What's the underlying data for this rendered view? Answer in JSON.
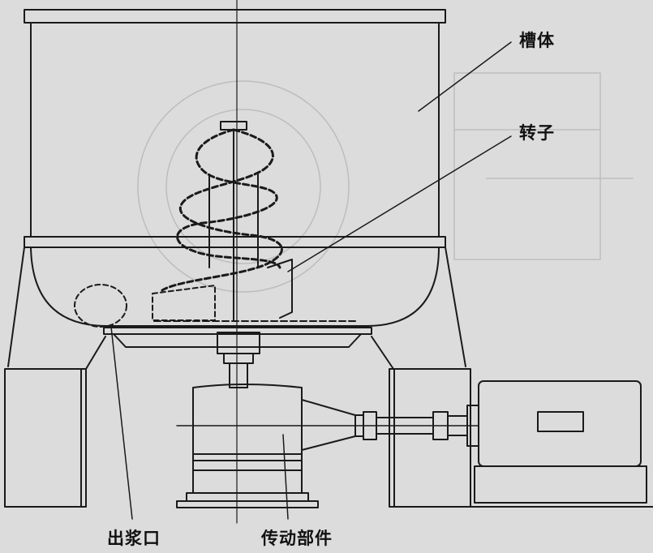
{
  "labels": {
    "tank_body": "槽体",
    "rotor": "转子",
    "slurry_outlet": "出浆口",
    "transmission": "传动部件"
  },
  "colors": {
    "background": "#dcdcdc",
    "line": "#1a1a1a",
    "text": "#111111"
  }
}
